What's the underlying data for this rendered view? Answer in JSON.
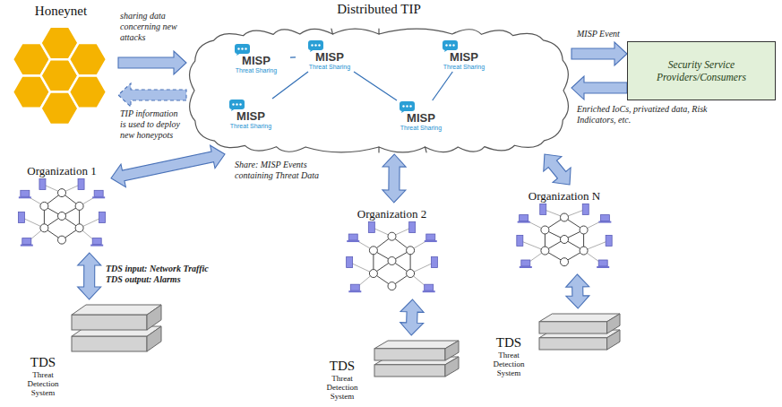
{
  "diagram": {
    "nodes": [
      {
        "text": [
          "Honeynet"
        ]
      },
      {
        "text": [
          "Distributed TIP"
        ]
      },
      {
        "text": [
          "MISP",
          "Threat Sharing"
        ],
        "in": 1
      },
      {
        "text": [
          "MISP",
          "Threat Sharing"
        ],
        "in": 1
      },
      {
        "text": [
          "MISP",
          "Threat Sharing"
        ],
        "in": 1
      },
      {
        "text": [
          "MISP",
          "Threat Sharing"
        ],
        "in": 1
      },
      {
        "text": [
          "MISP",
          "Threat Sharing"
        ],
        "in": 1
      },
      {
        "text": [
          "Security Service Providers/Consumers"
        ]
      },
      {
        "text": [
          "Organization 1"
        ]
      },
      {
        "text": [
          "TDS",
          "Threat Detection System"
        ]
      },
      {
        "text": [
          "Organization 2"
        ]
      },
      {
        "text": [
          "TDS",
          "Threat Detection System"
        ]
      },
      {
        "text": [
          "Organization N"
        ]
      },
      {
        "text": [
          "TDS",
          "Threat Detection System"
        ]
      }
    ],
    "edges": [
      {
        "from": 0,
        "to": 1,
        "arrow": "to",
        "label": "sharing data concerning new attacks"
      },
      {
        "from": 1,
        "to": 0,
        "arrow": "to",
        "label": "TIP information is used to deploy new honeypots"
      },
      {
        "from": 1,
        "to": 7,
        "arrow": "to",
        "label": "MISP Event"
      },
      {
        "from": 7,
        "to": 1,
        "arrow": "to",
        "label": "Enriched IoCs, privatized data, Risk Indicators, etc."
      },
      {
        "from": 8,
        "to": 1,
        "arrow": "both",
        "label": "Share: MISP Events containing Threat Data"
      },
      {
        "from": 10,
        "to": 1,
        "arrow": "both"
      },
      {
        "from": 12,
        "to": 1,
        "arrow": "both"
      },
      {
        "from": 8,
        "to": 9,
        "arrow": "both",
        "label": "TDS input: Network Traffic TDS output: Alarms"
      },
      {
        "from": 10,
        "to": 11,
        "arrow": "both"
      },
      {
        "from": 12,
        "to": 13,
        "arrow": "both"
      },
      {
        "from": 2,
        "to": 3,
        "arrow": "none"
      },
      {
        "from": 3,
        "to": 5,
        "arrow": "none"
      },
      {
        "from": 3,
        "to": 6,
        "arrow": "none"
      },
      {
        "from": 4,
        "to": 6,
        "arrow": "none"
      }
    ]
  }
}
